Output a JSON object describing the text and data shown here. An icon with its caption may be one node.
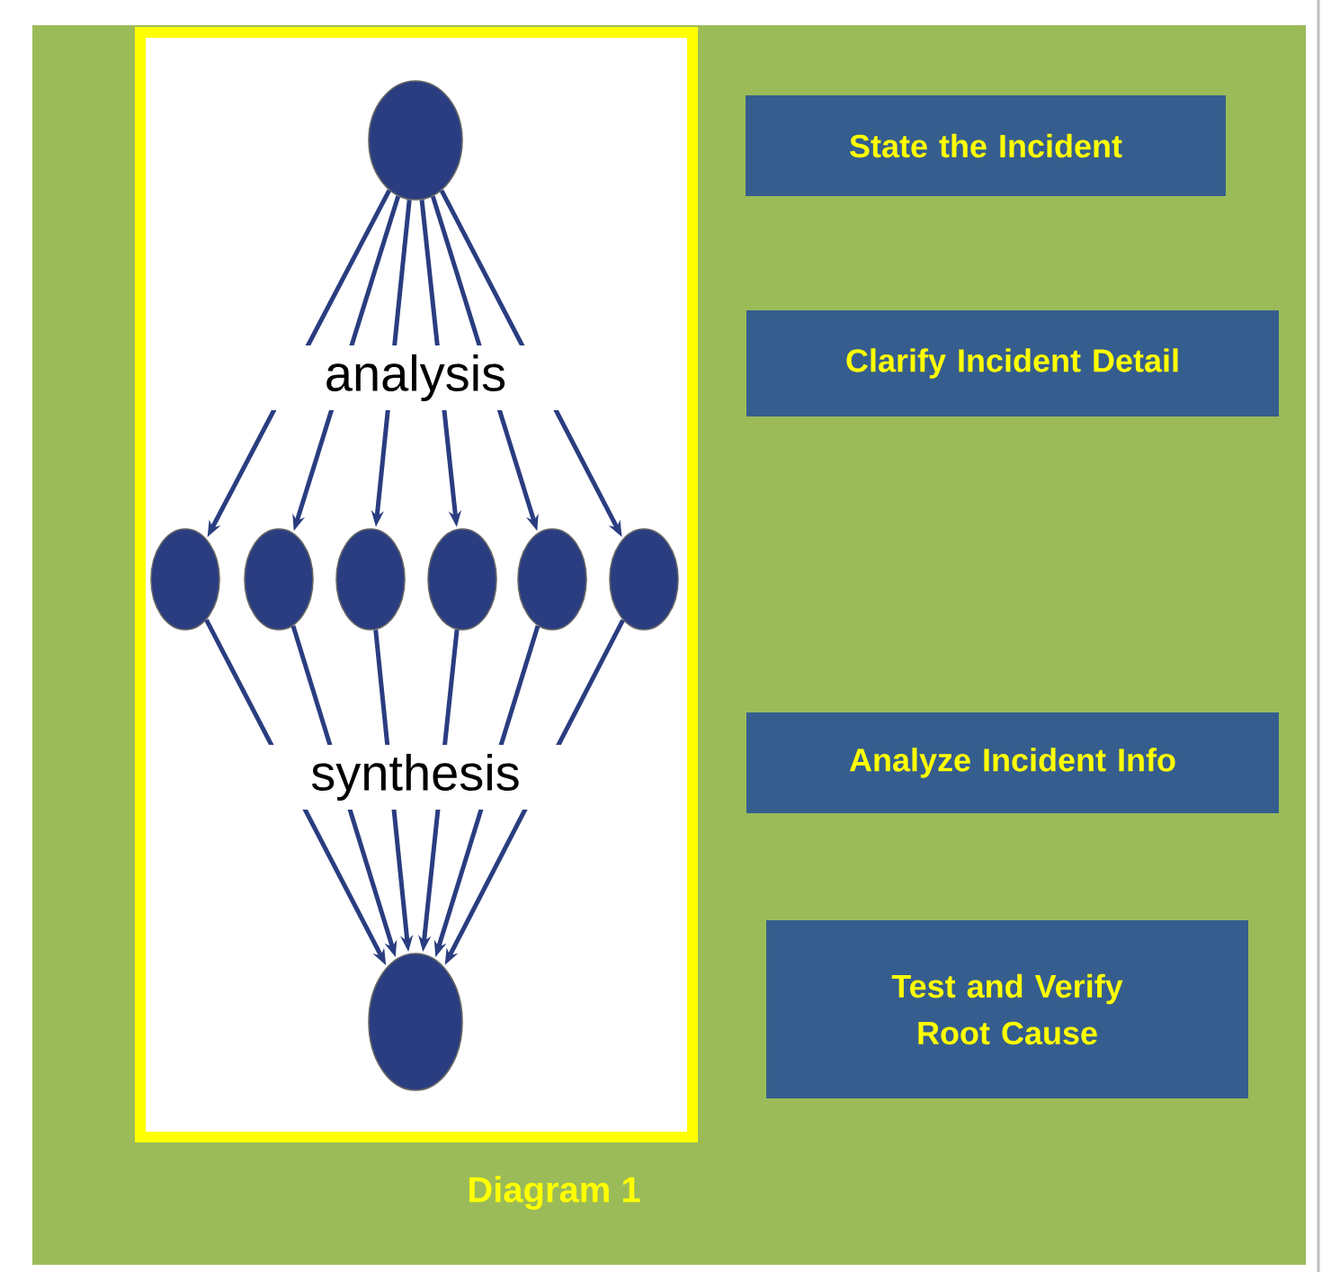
{
  "diagram": {
    "caption": "Diagram 1",
    "nodes": [
      {
        "text": [],
        "shape": "circle"
      },
      {
        "text": [],
        "shape": "circle"
      },
      {
        "text": [],
        "shape": "circle"
      },
      {
        "text": [],
        "shape": "circle"
      },
      {
        "text": [],
        "shape": "circle"
      },
      {
        "text": [],
        "shape": "circle"
      },
      {
        "text": [],
        "shape": "circle"
      },
      {
        "text": [],
        "shape": "circle"
      },
      {
        "text": [
          "State the Incident"
        ]
      },
      {
        "text": [
          "Clarify Incident Detail"
        ]
      },
      {
        "text": [
          "Analyze Incident Info"
        ]
      },
      {
        "text": [
          "Test and Verify Root Cause"
        ]
      }
    ],
    "edges": [
      {
        "from": 0,
        "to": 1,
        "arrow": "to"
      },
      {
        "from": 0,
        "to": 2,
        "arrow": "to"
      },
      {
        "from": 0,
        "to": 3,
        "arrow": "to"
      },
      {
        "from": 0,
        "to": 4,
        "arrow": "to"
      },
      {
        "from": 0,
        "to": 5,
        "arrow": "to"
      },
      {
        "from": 0,
        "to": 6,
        "arrow": "to"
      },
      {
        "from": 1,
        "to": 7,
        "arrow": "to"
      },
      {
        "from": 2,
        "to": 7,
        "arrow": "to"
      },
      {
        "from": 3,
        "to": 7,
        "arrow": "to"
      },
      {
        "from": 4,
        "to": 7,
        "arrow": "to"
      },
      {
        "from": 5,
        "to": 7,
        "arrow": "to"
      },
      {
        "from": 6,
        "to": 7,
        "arrow": "to"
      }
    ],
    "labels": [
      "analysis",
      "synthesis"
    ]
  }
}
